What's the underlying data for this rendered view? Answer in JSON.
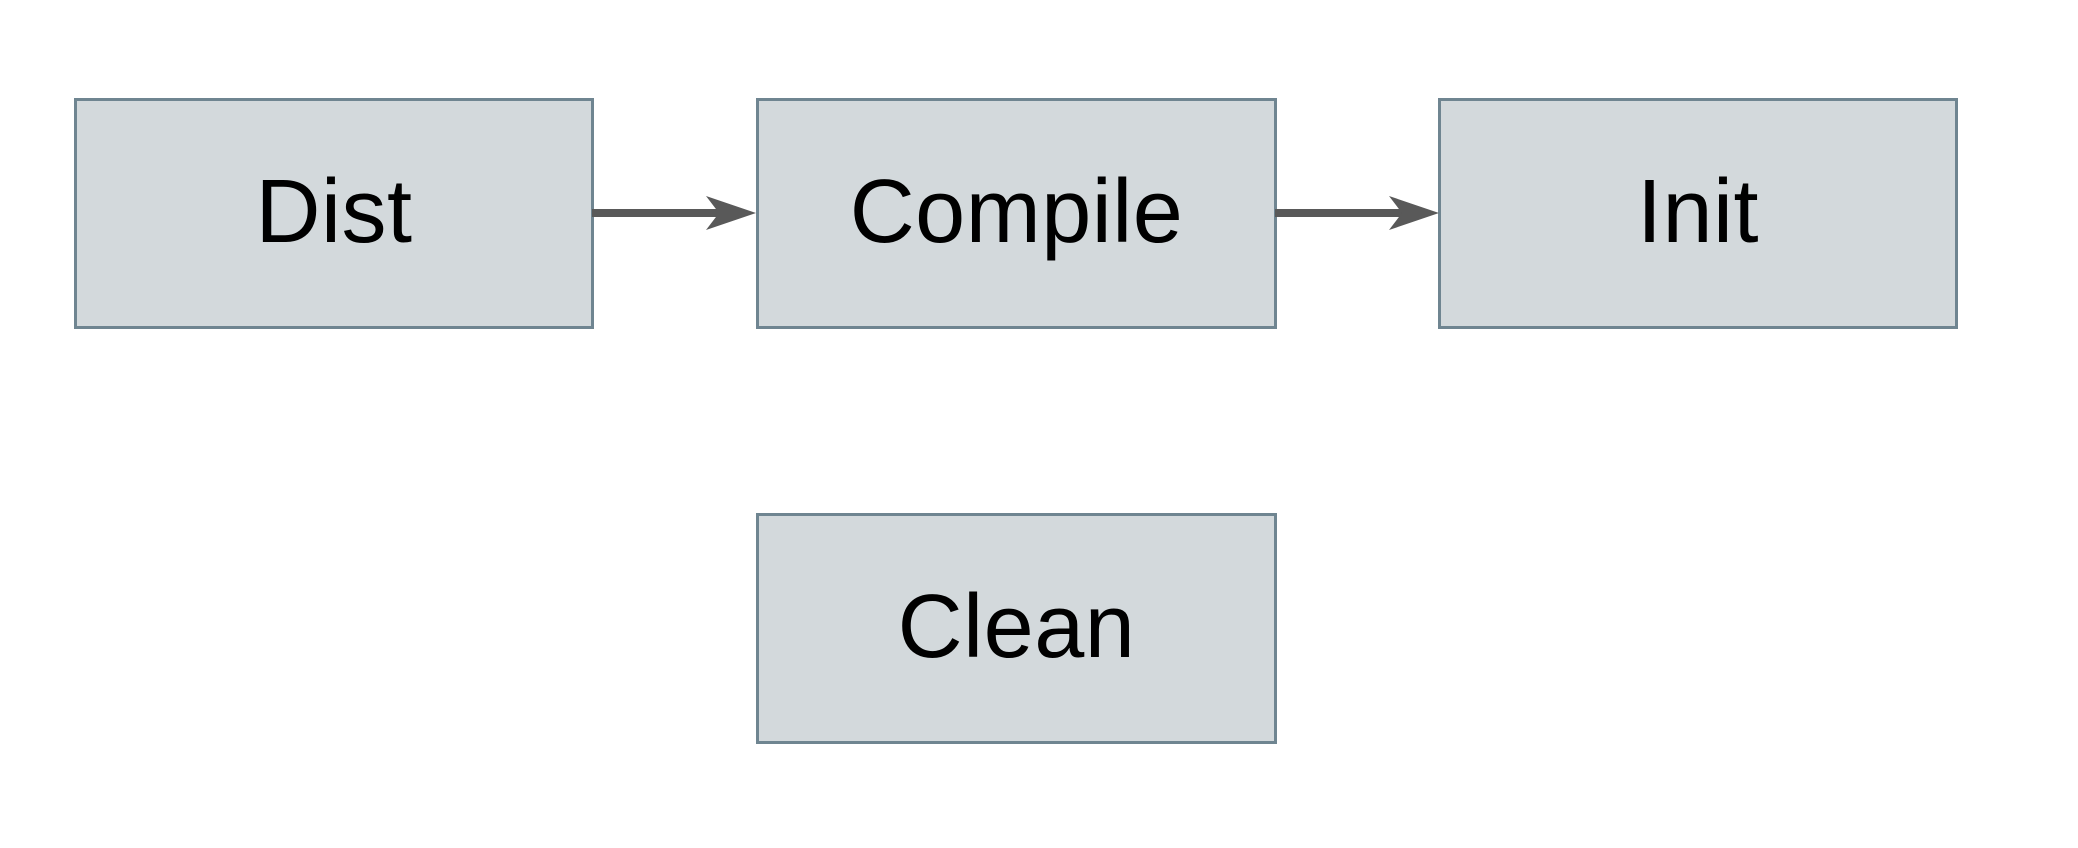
{
  "diagram": {
    "type": "flowchart",
    "background_color": "#ffffff",
    "nodes": [
      {
        "id": "dist",
        "label": "Dist"
      },
      {
        "id": "compile",
        "label": "Compile"
      },
      {
        "id": "init",
        "label": "Init"
      },
      {
        "id": "clean",
        "label": "Clean"
      }
    ],
    "edges": [
      {
        "from": "Dist",
        "to": "Compile",
        "style": "solid-arrow"
      },
      {
        "from": "Compile",
        "to": "Init",
        "style": "solid-arrow"
      }
    ],
    "colors": {
      "node_fill": "#d3d9dc",
      "node_border": "#6f8591",
      "arrow": "#595959",
      "label_text": "#000000"
    }
  }
}
